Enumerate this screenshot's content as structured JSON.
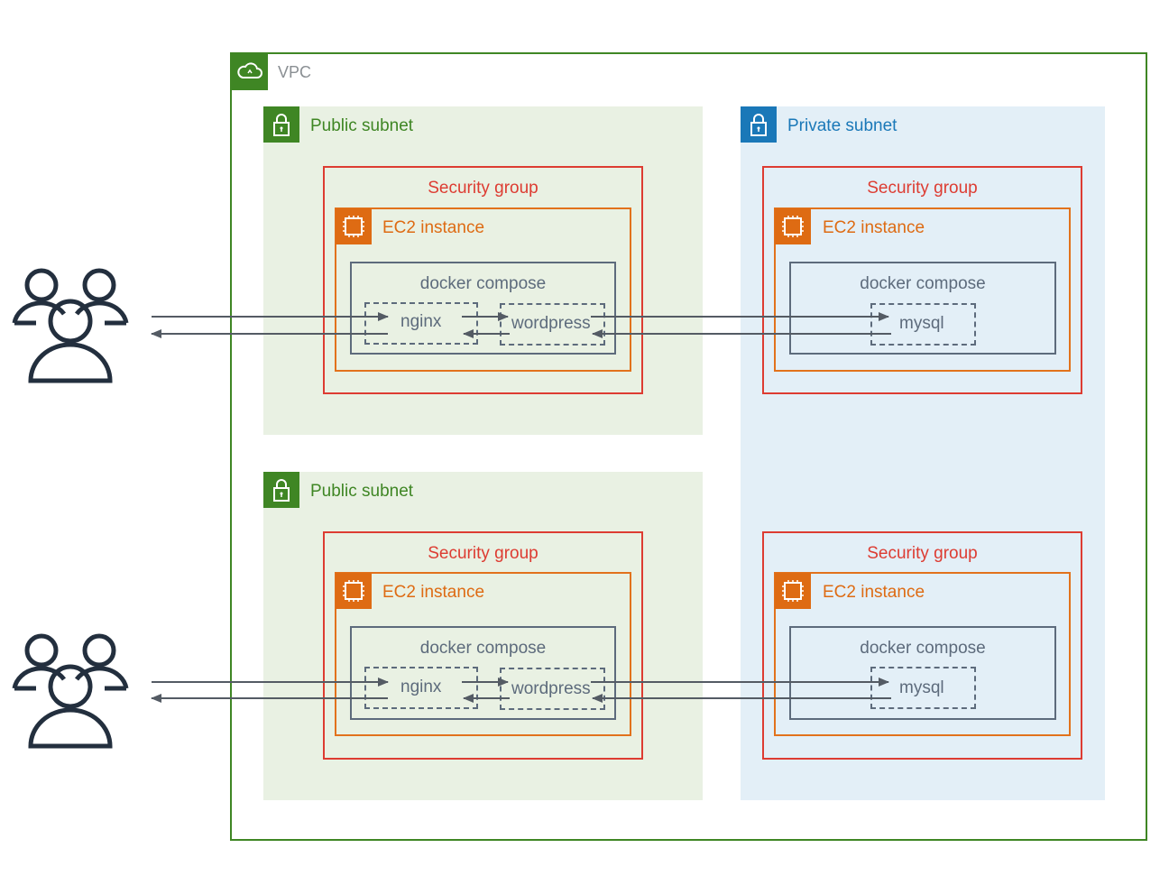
{
  "vpc": {
    "label": "VPC",
    "icon": "cloud-icon"
  },
  "top_public_subnet": {
    "label": "Public subnet",
    "icon": "padlock-icon"
  },
  "bottom_public_subnet": {
    "label": "Public subnet",
    "icon": "padlock-icon"
  },
  "private_subnet": {
    "label": "Private subnet",
    "icon": "padlock-icon"
  },
  "groups": [
    {
      "security_group": "Security group",
      "ec2": "EC2 instance",
      "compose": "docker compose",
      "services": [
        "nginx",
        "wordpress"
      ]
    },
    {
      "security_group": "Security group",
      "ec2": "EC2 instance",
      "compose": "docker compose",
      "services": [
        "mysql"
      ]
    },
    {
      "security_group": "Security group",
      "ec2": "EC2 instance",
      "compose": "docker compose",
      "services": [
        "nginx",
        "wordpress"
      ]
    },
    {
      "security_group": "Security group",
      "ec2": "EC2 instance",
      "compose": "docker compose",
      "services": [
        "mysql"
      ]
    }
  ],
  "colors": {
    "vpc": "#3f8624",
    "public_subnet": "#e9f1e3",
    "private_subnet": "#e3eff7",
    "security_group": "#dd3c32",
    "ec2": "#de6b13",
    "compose": "#5d6b7c",
    "users": "#232f3e"
  },
  "icons": [
    "users-icon",
    "cloud-icon",
    "padlock-icon",
    "chip-icon"
  ]
}
